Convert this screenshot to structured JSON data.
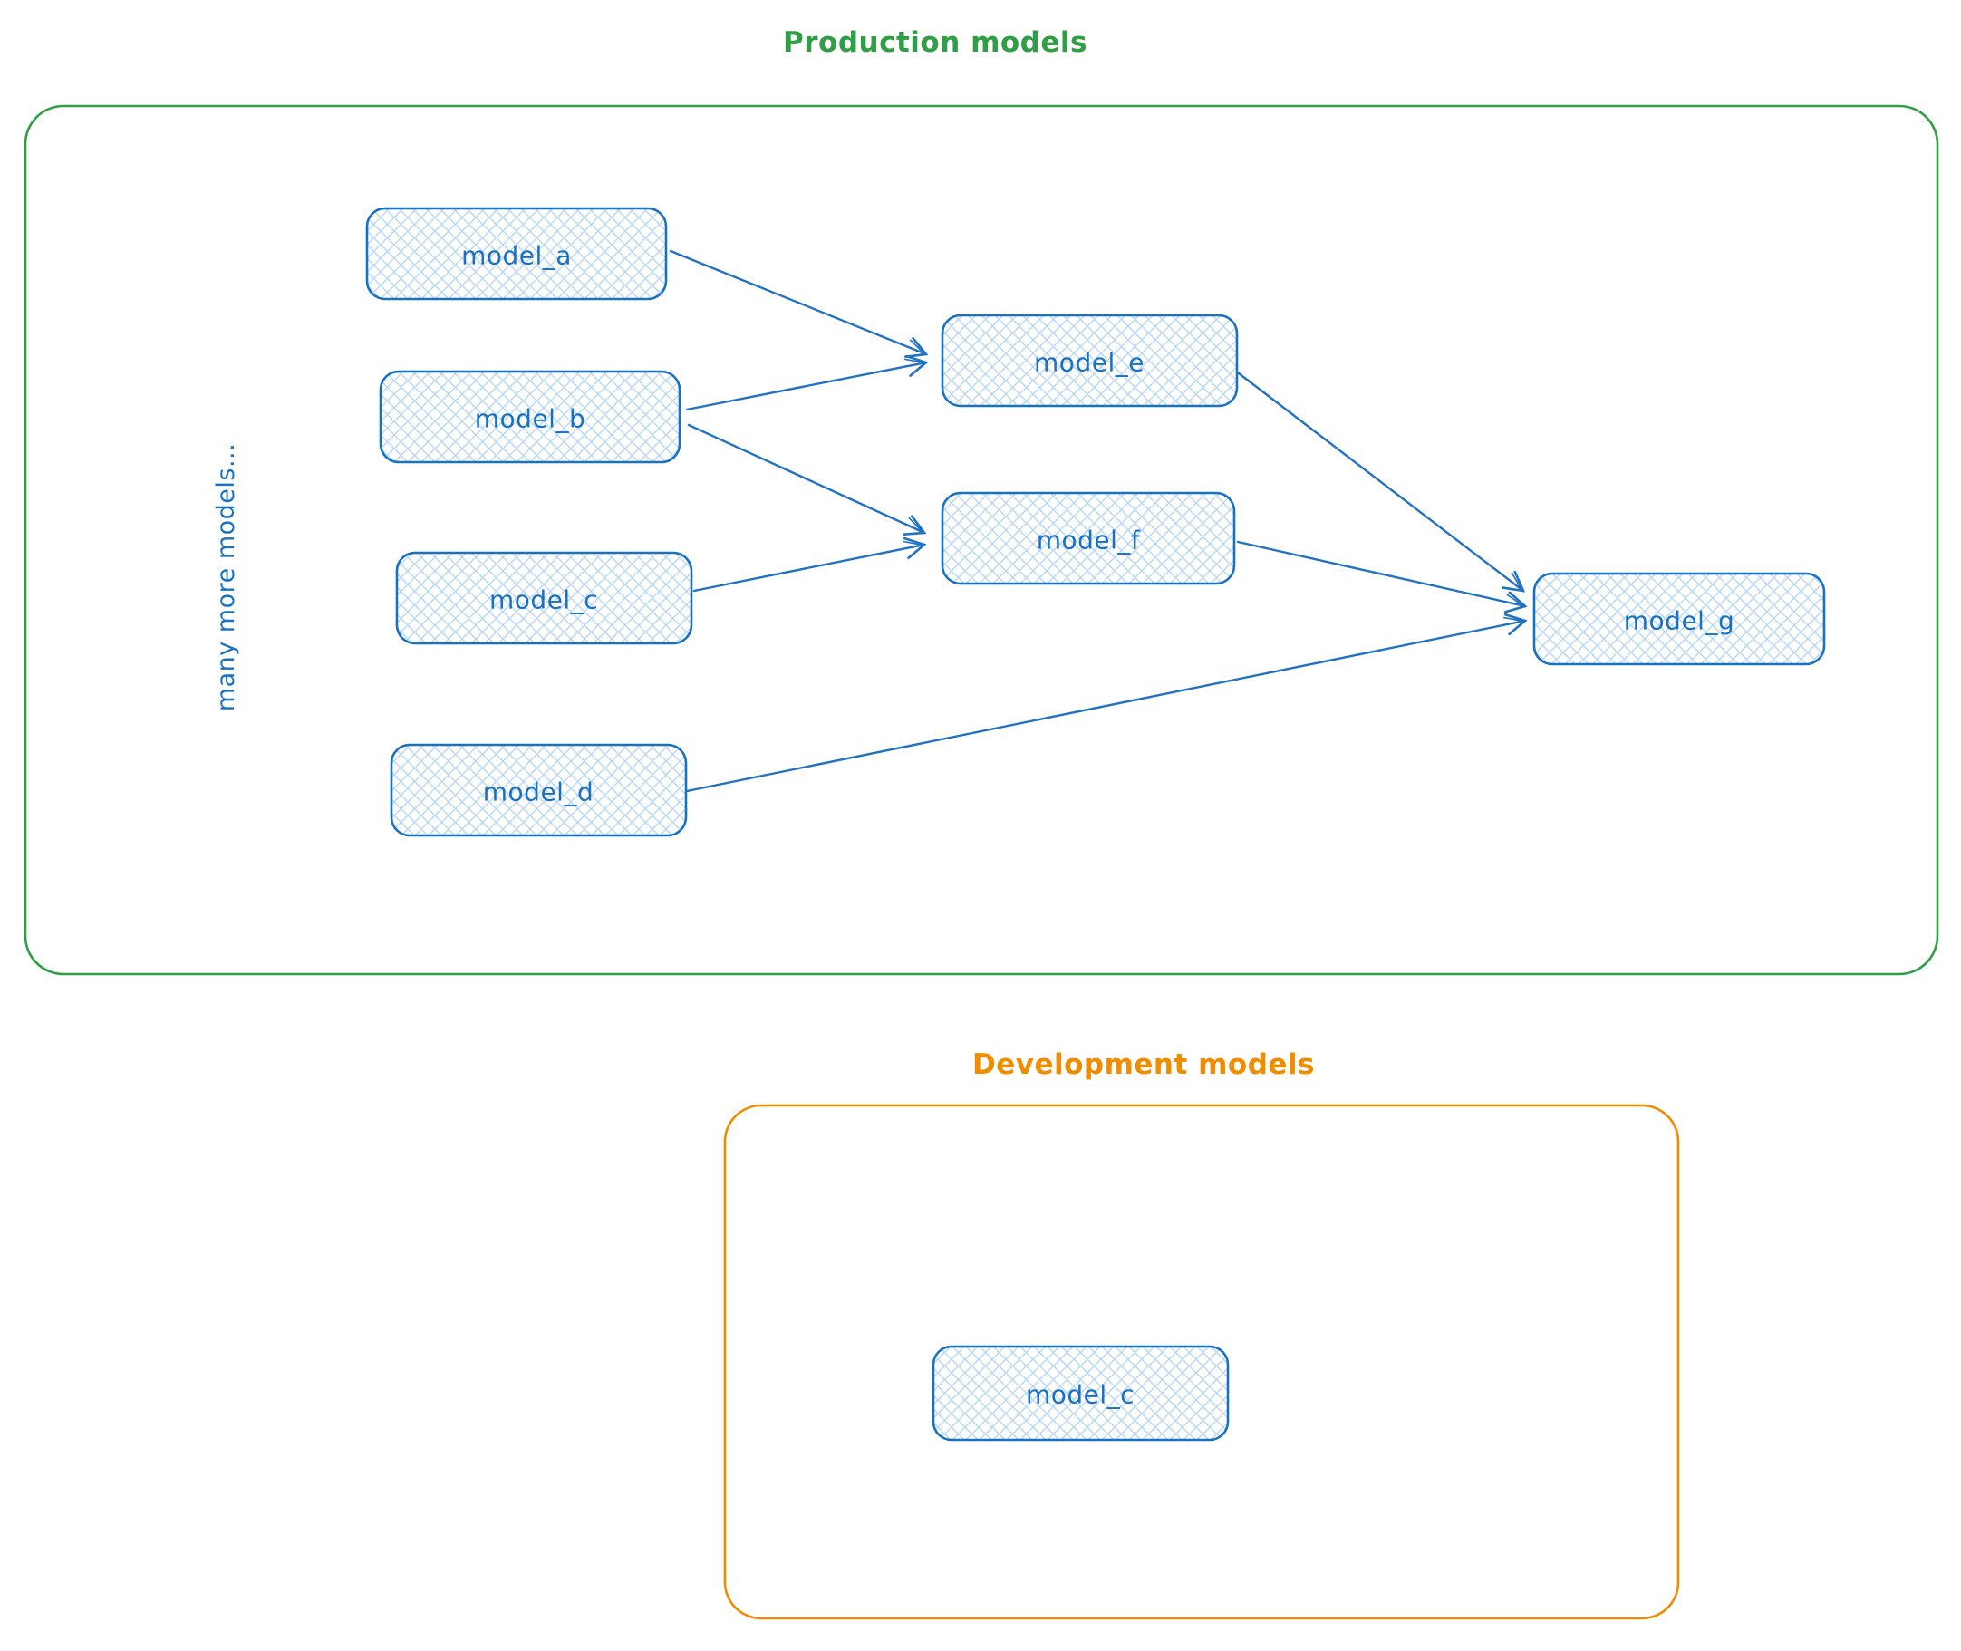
{
  "diagram": {
    "type": "flow-diagram",
    "style": "hand-drawn-sketch",
    "colors": {
      "node_stroke": "#1971c2",
      "node_text": "#1971c2",
      "node_hatch_fill": "#b9d7f5",
      "arrow": "#2272c3",
      "production_frame": "#2f9e44",
      "production_title": "#2f9e44",
      "development_frame": "#f08c00",
      "development_title": "#f08c00"
    },
    "production": {
      "title": "Production models",
      "side_note": "many more models...",
      "nodes": {
        "model_a": {
          "label": "model_a"
        },
        "model_b": {
          "label": "model_b"
        },
        "model_c": {
          "label": "model_c"
        },
        "model_d": {
          "label": "model_d"
        },
        "model_e": {
          "label": "model_e"
        },
        "model_f": {
          "label": "model_f"
        },
        "model_g": {
          "label": "model_g"
        }
      },
      "edges": [
        {
          "from": "model_a",
          "to": "model_e"
        },
        {
          "from": "model_b",
          "to": "model_e"
        },
        {
          "from": "model_b",
          "to": "model_f"
        },
        {
          "from": "model_c",
          "to": "model_f"
        },
        {
          "from": "model_e",
          "to": "model_g"
        },
        {
          "from": "model_f",
          "to": "model_g"
        },
        {
          "from": "model_d",
          "to": "model_g"
        }
      ]
    },
    "development": {
      "title": "Development models",
      "nodes": {
        "model_c": {
          "label": "model_c"
        }
      },
      "edges": []
    }
  }
}
